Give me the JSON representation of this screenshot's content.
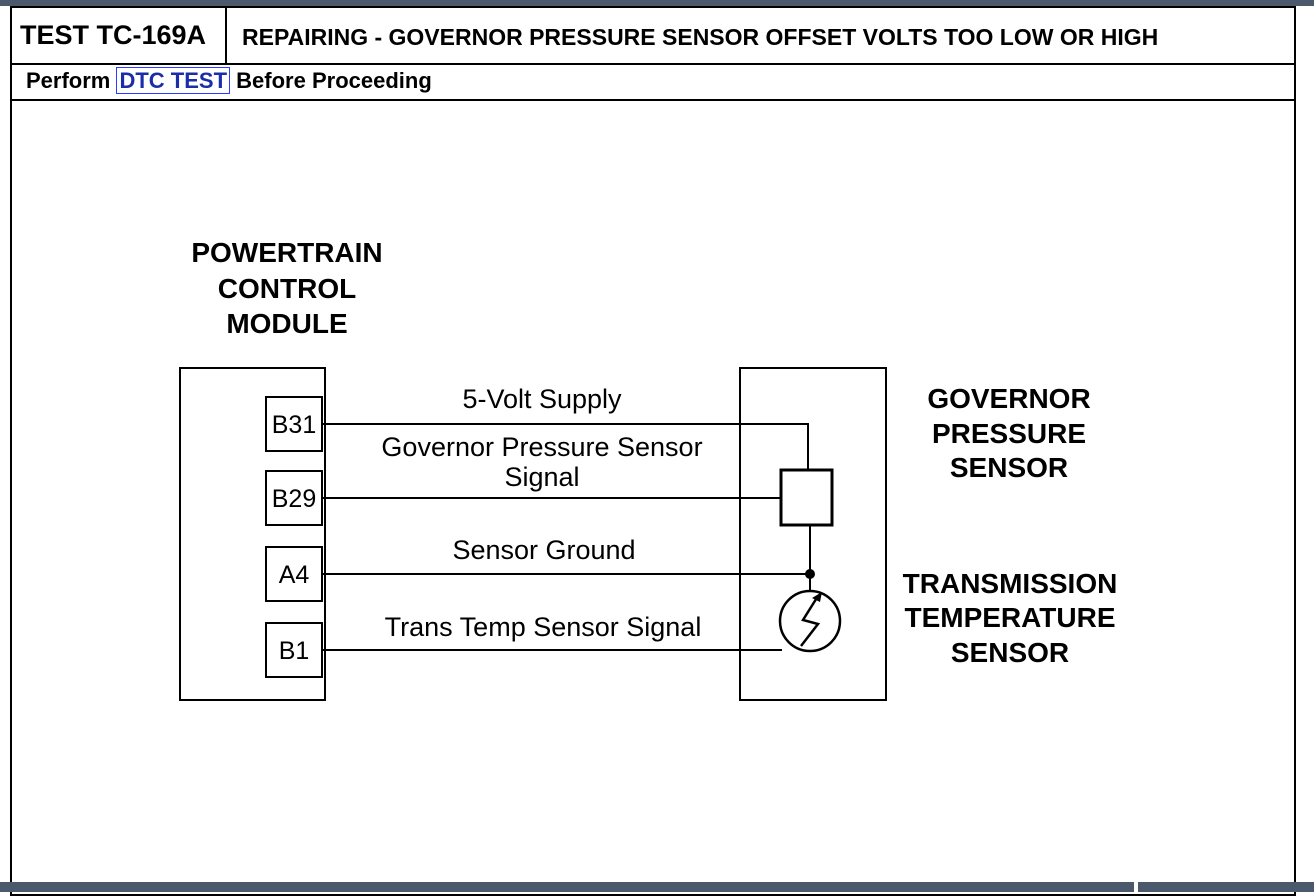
{
  "header": {
    "test_id": "TEST TC-169A",
    "title": "REPAIRING - GOVERNOR PRESSURE SENSOR OFFSET VOLTS TOO LOW OR HIGH",
    "instruction_prefix": "Perform",
    "instruction_link": "DTC TEST",
    "instruction_suffix": "Before Proceeding"
  },
  "diagram": {
    "pcm": {
      "title_lines": [
        "POWERTRAIN",
        "CONTROL",
        "MODULE"
      ],
      "pins": [
        "B31",
        "B29",
        "A4",
        "B1"
      ]
    },
    "wires": {
      "supply": "5-Volt Supply",
      "gps_signal_line1": "Governor Pressure Sensor",
      "gps_signal_line2": "Signal",
      "ground": "Sensor Ground",
      "temp_signal": "Trans Temp Sensor Signal"
    },
    "gov_sensor_label": [
      "GOVERNOR",
      "PRESSURE",
      "SENSOR"
    ],
    "trans_sensor_label": [
      "TRANSMISSION",
      "TEMPERATURE",
      "SENSOR"
    ]
  },
  "colors": {
    "window_bar": "#4a5a6c",
    "link_border": "#2a3cff",
    "link_text": "#1b2ea8",
    "line": "#000000"
  },
  "icons": {
    "thermistor": "thermistor-symbol",
    "pressure_sensor": "square-sensor-symbol"
  }
}
